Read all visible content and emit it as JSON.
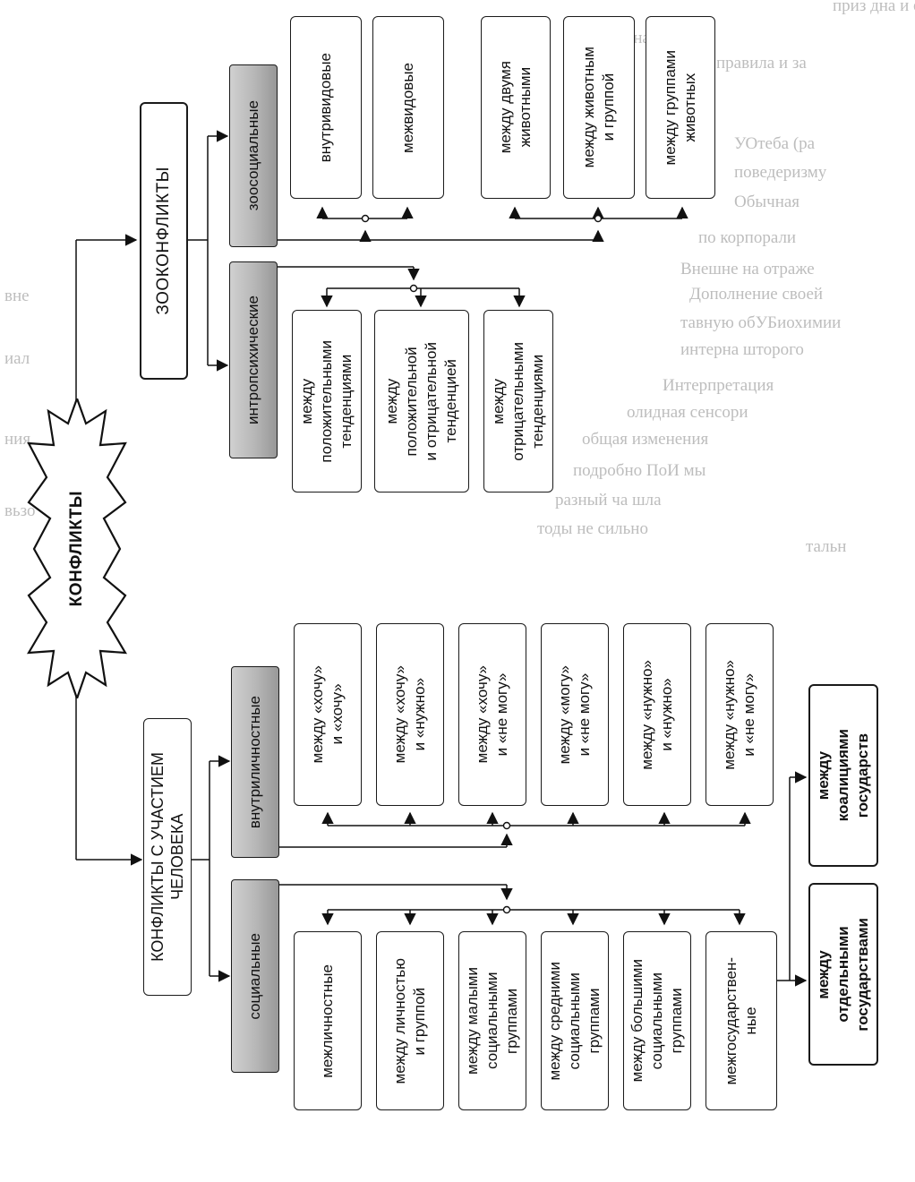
{
  "root": {
    "label": "КОНФЛИКТЫ"
  },
  "zoo": {
    "title": "ЗООКОНФЛИКТЫ",
    "zoosocial": {
      "label": "зоосоциальные",
      "items": [
        "внутривидовые",
        "межвидовые",
        "между двумя\nживотными",
        "между животным\nи группой",
        "между группами\nживотных"
      ]
    },
    "intrapsychic": {
      "label": "интропсихические",
      "items": [
        "между\nположительными\nтенденциями",
        "между\nположительной\nи отрицательной\nтенденцией",
        "между\nотрицательными\nтенденциями"
      ]
    }
  },
  "human": {
    "title": "КОНФЛИКТЫ С УЧАСТИЕМ\nЧЕЛОВЕКА",
    "intrapersonal": {
      "label": "внутриличностные",
      "items": [
        "между «хочу»\nи «хочу»",
        "между «хочу»\nи «нужно»",
        "между «хочу»\nи «не могу»",
        "между «могу»\nи «не могу»",
        "между «нужно»\nи «нужно»",
        "между «нужно»\nи «не могу»"
      ]
    },
    "social": {
      "label": "социальные",
      "items": [
        "межличностные",
        "между личностью\nи группой",
        "между малыми\nсоциальными\nгруппами",
        "между средними\nсоциальными\nгруппами",
        "между большими\nсоциальными\nгруппами",
        "межгосударствен-\nные"
      ]
    },
    "interstate": {
      "items": [
        "между\nкоалициями\nгосударств",
        "между\nотдельными\nгосударствами"
      ]
    }
  }
}
